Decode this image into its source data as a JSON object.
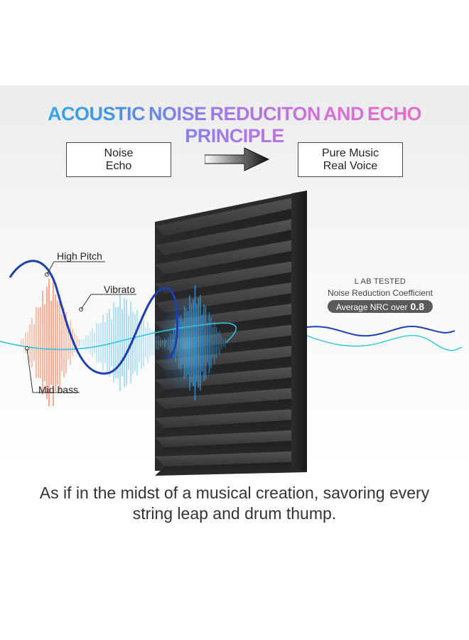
{
  "header": {
    "title": "ACOUSTIC NOISE REDUCITON AND ECHO PRINCIPLE"
  },
  "before_box": {
    "line1": "Noise",
    "line2": "Echo"
  },
  "after_box": {
    "line1": "Pure Music",
    "line2": "Real Voice"
  },
  "wave_labels": {
    "high_pitch": "High Pitch",
    "vibrato": "Vibrato",
    "mid_bass": "Mid bass"
  },
  "lab_badge": {
    "line1": "L AB TESTED",
    "line2": "Noise Reduction Coefficient",
    "pill_prefix": "Average NRC over",
    "pill_value": "0.8"
  },
  "tagline": {
    "line1": "As if in the midst of a musical creation, savoring every",
    "line2": "string leap and drum thump."
  },
  "colors": {
    "title_gradient": [
      "#1fb8e6",
      "#9b7be8",
      "#f06ec8"
    ],
    "high_pitch_wave": "#1d3fb0",
    "vibrato_wave": "#2ec4d8",
    "mid_bass_burst": "#ff6a3a",
    "panel": "#2b2b2d"
  }
}
